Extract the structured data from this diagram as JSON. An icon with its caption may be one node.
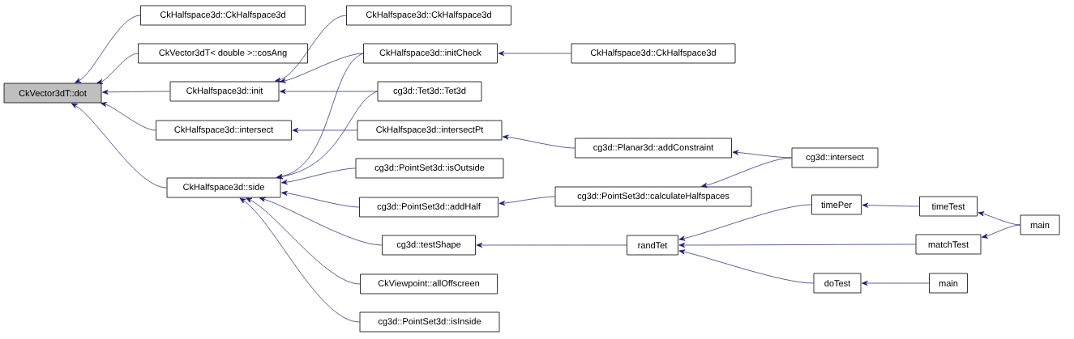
{
  "diagram": {
    "nodes": [
      {
        "text": [
          "CkVector3dT::dot"
        ]
      },
      {
        "text": [
          "CkHalfspace3d::CkHalfspace3d"
        ]
      },
      {
        "text": [
          "CkVector3dT< double >::cosAng"
        ]
      },
      {
        "text": [
          "CkHalfspace3d::init"
        ]
      },
      {
        "text": [
          "CkHalfspace3d::intersect"
        ]
      },
      {
        "text": [
          "CkHalfspace3d::side"
        ]
      },
      {
        "text": [
          "CkHalfspace3d::CkHalfspace3d"
        ]
      },
      {
        "text": [
          "CkHalfspace3d::initCheck"
        ]
      },
      {
        "text": [
          "cg3d::Tet3d::Tet3d"
        ]
      },
      {
        "text": [
          "CkHalfspace3d::intersectPt"
        ]
      },
      {
        "text": [
          "cg3d::PointSet3d::isOutside"
        ]
      },
      {
        "text": [
          "cg3d::PointSet3d::addHalf"
        ]
      },
      {
        "text": [
          "cg3d::testShape"
        ]
      },
      {
        "text": [
          "CkViewpoint::allOffscreen"
        ]
      },
      {
        "text": [
          "cg3d::PointSet3d::isInside"
        ]
      },
      {
        "text": [
          "CkHalfspace3d::CkHalfspace3d"
        ]
      },
      {
        "text": [
          "cg3d::Planar3d::addConstraint"
        ]
      },
      {
        "text": [
          "cg3d::PointSet3d::calculateHalfspaces"
        ]
      },
      {
        "text": [
          "randTet"
        ]
      },
      {
        "text": [
          "cg3d::intersect"
        ]
      },
      {
        "text": [
          "timePer"
        ]
      },
      {
        "text": [
          "doTest"
        ]
      },
      {
        "text": [
          "timeTest"
        ]
      },
      {
        "text": [
          "matchTest"
        ]
      },
      {
        "text": [
          "main"
        ]
      },
      {
        "text": [
          "main"
        ]
      }
    ],
    "edges": [
      {
        "from": 1,
        "to": 0,
        "arrow": "to"
      },
      {
        "from": 2,
        "to": 0,
        "arrow": "to"
      },
      {
        "from": 3,
        "to": 0,
        "arrow": "to"
      },
      {
        "from": 4,
        "to": 0,
        "arrow": "to"
      },
      {
        "from": 5,
        "to": 0,
        "arrow": "to"
      },
      {
        "from": 6,
        "to": 3,
        "arrow": "to"
      },
      {
        "from": 7,
        "to": 3,
        "arrow": "to"
      },
      {
        "from": 8,
        "to": 3,
        "arrow": "to"
      },
      {
        "from": 7,
        "to": 5,
        "arrow": "to"
      },
      {
        "from": 8,
        "to": 5,
        "arrow": "to"
      },
      {
        "from": 9,
        "to": 4,
        "arrow": "to"
      },
      {
        "from": 10,
        "to": 5,
        "arrow": "to"
      },
      {
        "from": 11,
        "to": 5,
        "arrow": "to"
      },
      {
        "from": 12,
        "to": 5,
        "arrow": "to"
      },
      {
        "from": 13,
        "to": 5,
        "arrow": "to"
      },
      {
        "from": 14,
        "to": 5,
        "arrow": "to"
      },
      {
        "from": 15,
        "to": 7,
        "arrow": "to"
      },
      {
        "from": 16,
        "to": 9,
        "arrow": "to"
      },
      {
        "from": 17,
        "to": 11,
        "arrow": "to"
      },
      {
        "from": 18,
        "to": 12,
        "arrow": "to"
      },
      {
        "from": 19,
        "to": 16,
        "arrow": "to"
      },
      {
        "from": 19,
        "to": 17,
        "arrow": "to"
      },
      {
        "from": 20,
        "to": 18,
        "arrow": "to"
      },
      {
        "from": 23,
        "to": 18,
        "arrow": "to"
      },
      {
        "from": 21,
        "to": 18,
        "arrow": "to"
      },
      {
        "from": 22,
        "to": 20,
        "arrow": "to"
      },
      {
        "from": 25,
        "to": 22,
        "arrow": "to"
      },
      {
        "from": 25,
        "to": 23,
        "arrow": "to"
      },
      {
        "from": 24,
        "to": 21,
        "arrow": "to"
      }
    ]
  }
}
